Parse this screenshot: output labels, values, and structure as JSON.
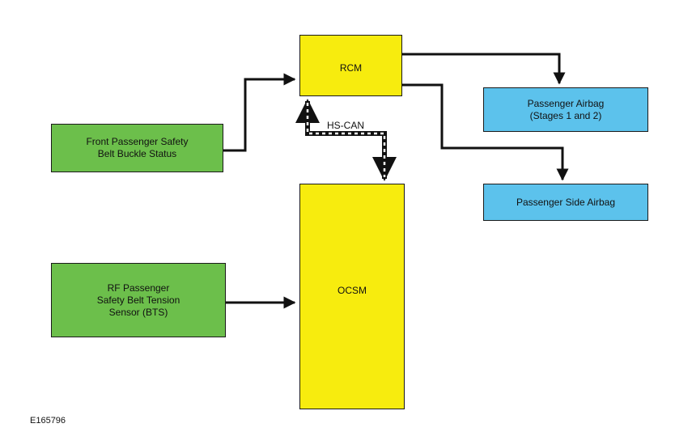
{
  "nodes": {
    "rcm": {
      "label": "RCM",
      "color": "#f7ec0e"
    },
    "ocsm": {
      "label": "OCSM",
      "color": "#f7ec0e"
    },
    "front_passenger_belt_buckle": {
      "label": "Front Passenger Safety\nBelt Buckle Status",
      "color": "#6cbf4b"
    },
    "rf_passenger_bts": {
      "label": "RF Passenger\nSafety Belt Tension\nSensor (BTS)",
      "color": "#6cbf4b"
    },
    "passenger_airbag": {
      "label": "Passenger Airbag\n(Stages 1 and 2)",
      "color": "#5cc2ec"
    },
    "passenger_side_airbag": {
      "label": "Passenger Side Airbag",
      "color": "#5cc2ec"
    }
  },
  "edges": [
    {
      "from": "front_passenger_belt_buckle",
      "to": "rcm",
      "style": "solid"
    },
    {
      "from": "rcm",
      "to": "passenger_airbag",
      "style": "solid"
    },
    {
      "from": "rcm",
      "to": "passenger_side_airbag",
      "style": "solid"
    },
    {
      "from": "rf_passenger_bts",
      "to": "ocsm",
      "style": "solid"
    },
    {
      "from": "rcm",
      "to": "ocsm",
      "style": "hs-can-bidirectional",
      "label": "HS-CAN"
    }
  ],
  "bus_label": "HS-CAN",
  "figure_id": "E165796"
}
